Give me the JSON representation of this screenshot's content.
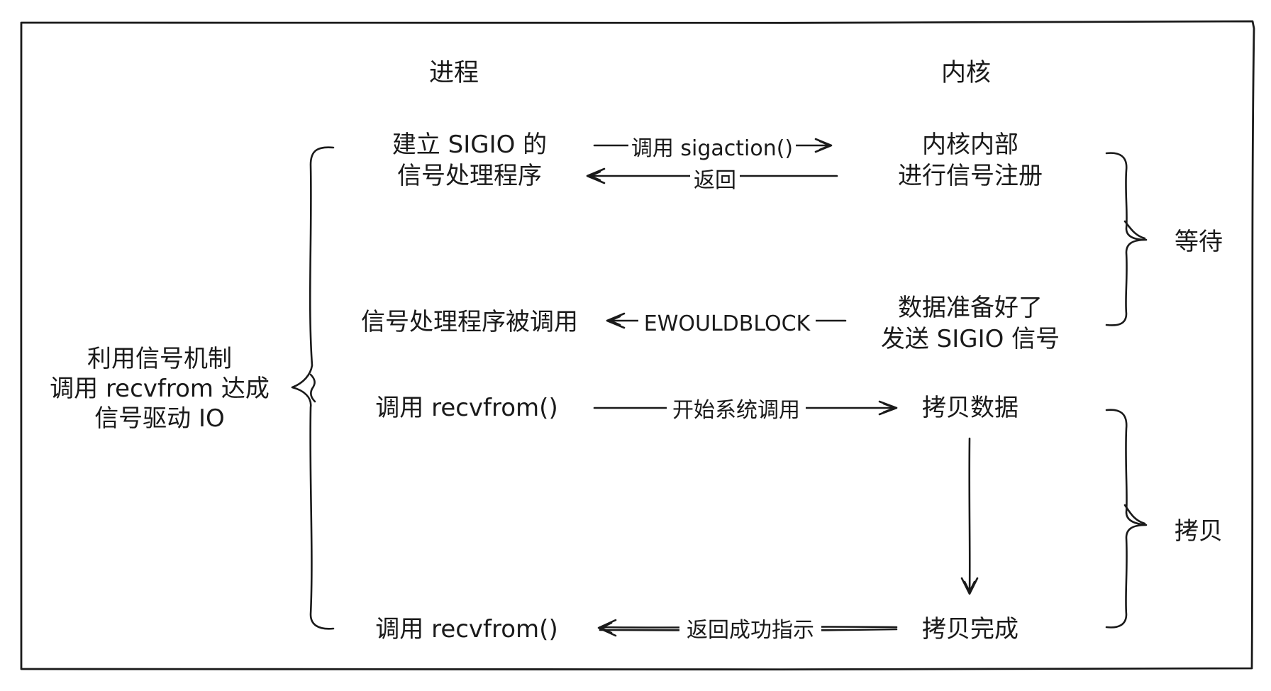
{
  "columns": {
    "process": "进程",
    "kernel": "内核"
  },
  "left_summary": [
    "利用信号机制",
    "调用 recvfrom 达成",
    "信号驱动 IO"
  ],
  "process_steps": {
    "setup": [
      "建立 SIGIO 的",
      "信号处理程序"
    ],
    "handler_called": "信号处理程序被调用",
    "call_recvfrom": "调用 recvfrom()",
    "recvfrom_done": "调用 recvfrom()"
  },
  "kernel_steps": {
    "register": [
      "内核内部",
      "进行信号注册"
    ],
    "data_ready": [
      "数据准备好了",
      "发送 SIGIO 信号"
    ],
    "copy_data": "拷贝数据",
    "copy_done": "拷贝完成"
  },
  "arrows": {
    "sigaction": "调用 sigaction()",
    "return": "返回",
    "ewouldblock": "EWOULDBLOCK",
    "start_syscall": "开始系统调用",
    "return_success": "返回成功指示"
  },
  "phases": {
    "wait": "等待",
    "copy": "拷贝"
  }
}
